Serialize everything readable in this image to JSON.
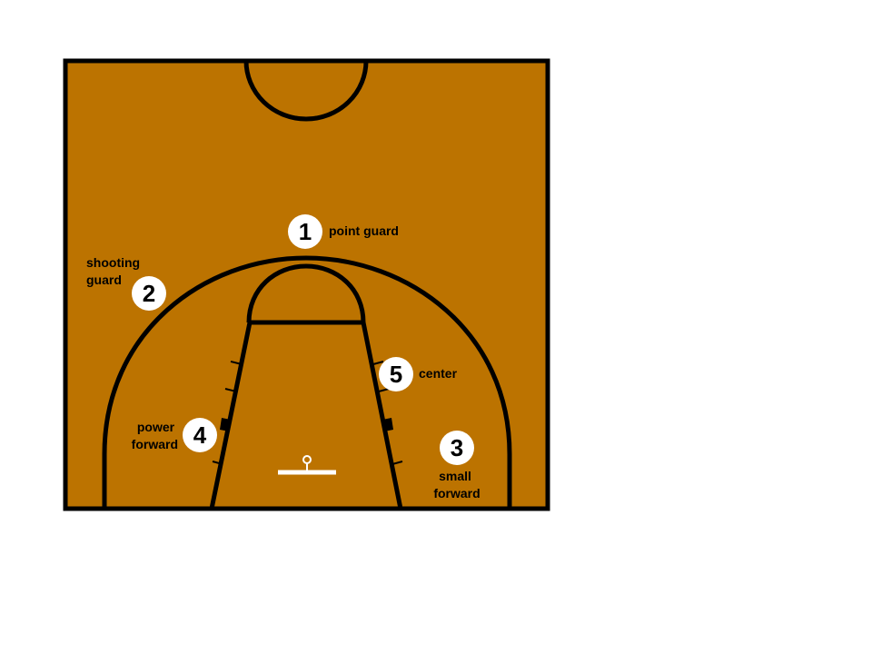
{
  "colors": {
    "floor": "#BC7300",
    "line": "#000000",
    "marker": "#FFFFFF",
    "basket": "#FFFFFF"
  },
  "players": [
    {
      "number": "1",
      "label_lines": [
        "point guard"
      ]
    },
    {
      "number": "2",
      "label_lines": [
        "shooting",
        "guard"
      ]
    },
    {
      "number": "3",
      "label_lines": [
        "small",
        "forward"
      ]
    },
    {
      "number": "4",
      "label_lines": [
        "power",
        "forward"
      ]
    },
    {
      "number": "5",
      "label_lines": [
        "center"
      ]
    }
  ]
}
